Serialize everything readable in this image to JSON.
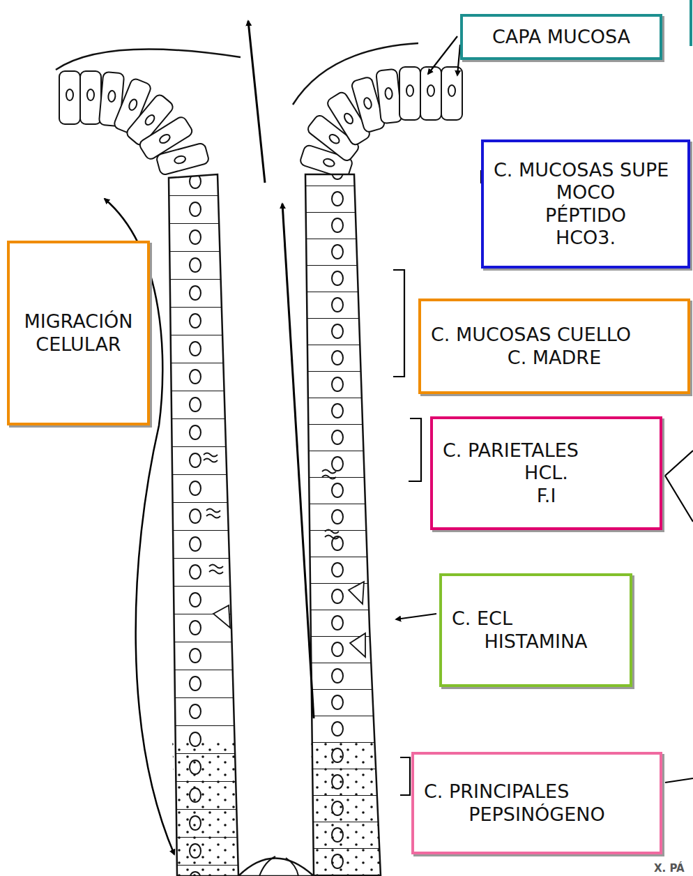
{
  "diagram": {
    "nodes": [
      {
        "text": [
          "CAPA MUCOSA"
        ]
      },
      {
        "text": [
          "C. MUCOSAS SUPE",
          "MOCO",
          "PÉPTIDO",
          "HCO3."
        ]
      },
      {
        "text": [
          "MIGRACIÓN CELULAR"
        ]
      },
      {
        "text": [
          "C. MUCOSAS CUELLO",
          "C. MADRE"
        ]
      },
      {
        "text": [
          "C. PARIETALES",
          "HCL.",
          "F.I"
        ]
      },
      {
        "text": [
          "C. ECL",
          "HISTAMINA"
        ]
      },
      {
        "text": [
          "C. PRINCIPALES",
          "PEPSINÓGENO"
        ]
      }
    ],
    "labels": [
      "X. PÁ"
    ]
  }
}
